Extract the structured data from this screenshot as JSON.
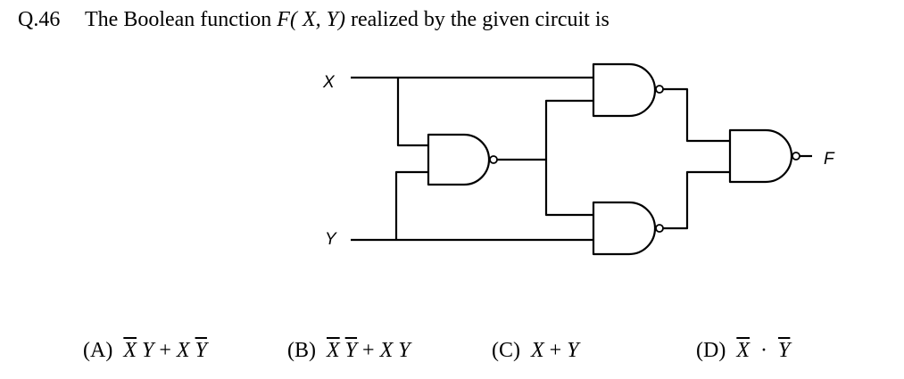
{
  "question": {
    "number": "Q.46",
    "text_before": "The Boolean function ",
    "function_name": "F",
    "function_args": "( X, Y)",
    "text_after": " realized by the given circuit is"
  },
  "circuit": {
    "inputs": [
      "X",
      "Y"
    ],
    "output": "F"
  },
  "options": [
    {
      "label": "(A)",
      "terms": [
        {
          "var": "X",
          "bar": true
        },
        {
          "var": "Y",
          "bar": false
        },
        {
          "op": "+"
        },
        {
          "var": "X",
          "bar": false
        },
        {
          "var": "Y",
          "bar": true
        }
      ]
    },
    {
      "label": "(B)",
      "terms": [
        {
          "var": "X",
          "bar": true
        },
        {
          "var": "Y",
          "bar": true
        },
        {
          "op": "+"
        },
        {
          "var": "X",
          "bar": false
        },
        {
          "var": "Y",
          "bar": false
        }
      ]
    },
    {
      "label": "(C)",
      "terms": [
        {
          "var": "X",
          "bar": false
        },
        {
          "op": "+"
        },
        {
          "var": "Y",
          "bar": false
        }
      ]
    },
    {
      "label": "(D)",
      "terms": [
        {
          "var": "X",
          "bar": true
        },
        {
          "op": "·"
        },
        {
          "var": "Y",
          "bar": true
        }
      ]
    }
  ]
}
